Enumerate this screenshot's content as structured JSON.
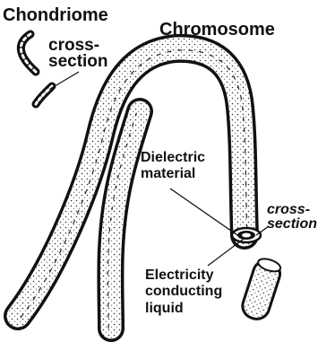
{
  "labels": {
    "chondriome": "Chondriome",
    "chromosome": "Chromosome",
    "chondriome_cross_section": "cross-\nsection",
    "dielectric_material": "Dielectric\nmaterial",
    "chromosome_cross_section": "cross-\nsection",
    "electricity_conducting_liquid": "Electricity\nconducting\nliquid"
  },
  "colors": {
    "ink": "#111111",
    "background": "#ffffff"
  }
}
